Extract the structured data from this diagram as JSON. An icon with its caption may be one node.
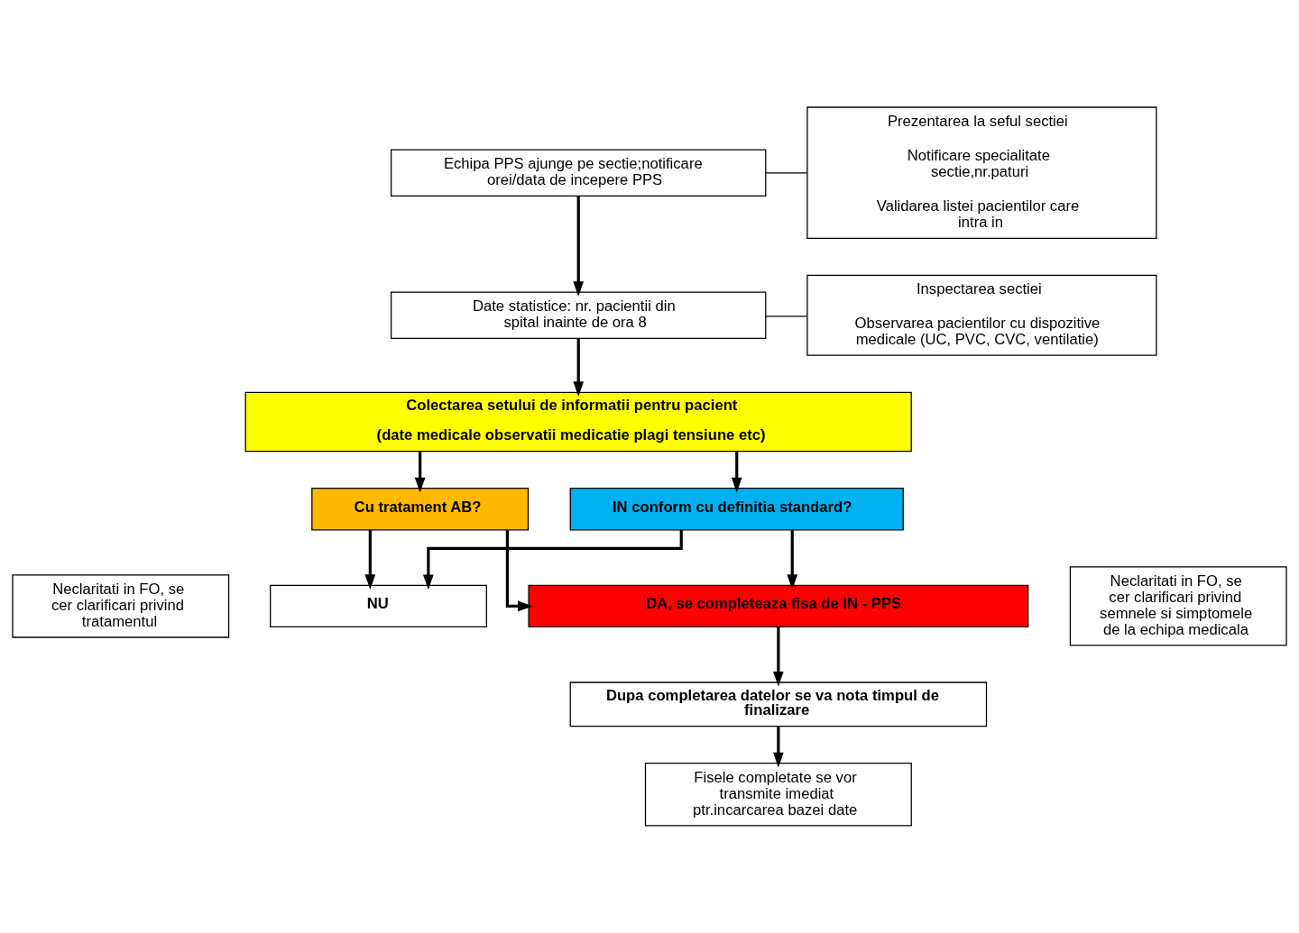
{
  "diagram": {
    "nodes": [
      {
        "text": [
          "Echipa PPS ajunge pe sectie;notificare orei/data de incepere PPS"
        ]
      },
      {
        "text": [
          "Prezentarea la seful sectiei",
          "Notificare specialitate sectie,nr.paturi",
          "Validarea listei pacientilor care intra in"
        ]
      },
      {
        "text": [
          "Date statistice: nr. pacientii din spital inainte de ora 8"
        ]
      },
      {
        "text": [
          "Inspectarea sectiei",
          "Observarea pacientilor cu dispozitive medicale (UC, PVC, CVC, ventilatie)"
        ]
      },
      {
        "text": [
          "Colectarea setului de informatii pentru pacient",
          "(date medicale observatii medicatie plagi tensiune etc)"
        ]
      },
      {
        "text": [
          "Cu tratament AB?"
        ]
      },
      {
        "text": [
          "IN conform cu definitia standard?"
        ]
      },
      {
        "text": [
          "NU"
        ]
      },
      {
        "text": [
          "Neclaritati in FO, se cer clarificari privind tratamentul"
        ]
      },
      {
        "text": [
          "DA, se completeaza fisa de IN - PPS"
        ]
      },
      {
        "text": [
          "Neclaritati in FO, se cer clarificari privind semnele si simptomele de la echipa medicala"
        ]
      },
      {
        "text": [
          "Dupa completarea datelor se va nota timpul de finalizare"
        ]
      },
      {
        "text": [
          "Fisele completate se vor transmite imediat ptr.incarcarea bazei date"
        ]
      }
    ],
    "edges": [
      {
        "from": 0,
        "to": 1,
        "arrow": "none"
      },
      {
        "from": 0,
        "to": 2,
        "arrow": "to"
      },
      {
        "from": 2,
        "to": 3,
        "arrow": "none"
      },
      {
        "from": 2,
        "to": 4,
        "arrow": "to"
      },
      {
        "from": 4,
        "to": 5,
        "arrow": "to"
      },
      {
        "from": 4,
        "to": 6,
        "arrow": "to"
      },
      {
        "from": 5,
        "to": 9,
        "arrow": "to"
      },
      {
        "from": 5,
        "to": 7,
        "arrow": "to"
      },
      {
        "from": 6,
        "to": 7,
        "arrow": "to"
      },
      {
        "from": 6,
        "to": 9,
        "arrow": "to"
      },
      {
        "from": 9,
        "to": 11,
        "arrow": "to"
      },
      {
        "from": 11,
        "to": 12,
        "arrow": "to"
      }
    ]
  }
}
